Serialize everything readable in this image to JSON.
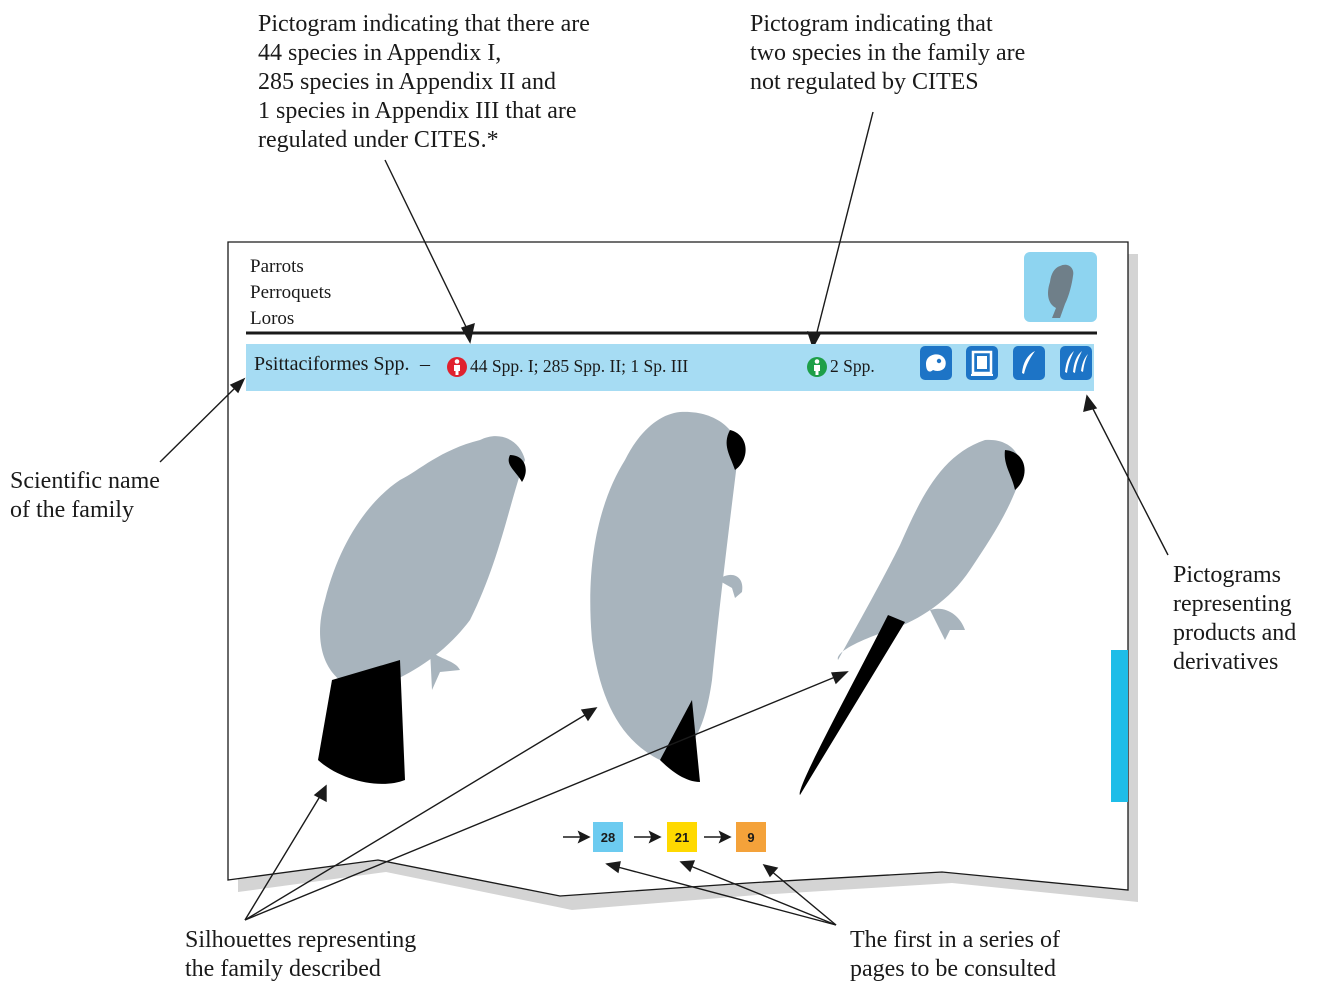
{
  "callouts": {
    "appendix_pictogram": "Pictogram indicating that there are\n44 species in Appendix I,\n285 species in Appendix II and\n1 species in Appendix III that are\nregulated under CITES.*",
    "not_regulated_pictogram": "Pictogram indicating that\ntwo species in the family are\nnot regulated by CITES",
    "scientific_name": "Scientific name\nof the family",
    "products": "Pictograms\nrepresenting\nproducts and\nderivatives",
    "silhouettes": "Silhouettes representing\nthe family described",
    "first_page": "The first in a series of\npages to be consulted"
  },
  "page": {
    "common_names": "Parrots\nPerroquets\nLoros",
    "scientific_name": "Psittaciformes Spp.",
    "dash": "–",
    "appendix_counts": "44 Spp. I;  285 Spp. II;  1 Sp. III",
    "not_regulated": "2 Spp.",
    "page_sequence": [
      "28",
      "21",
      "9"
    ]
  },
  "colors": {
    "banner": "#a6dcf3",
    "cites_red": "#e0212e",
    "not_cites_green": "#1d9f48",
    "icon_blue": "#1d74c6",
    "silhouette": "#a8b4bd",
    "page_box_blue": "#6ccbf0",
    "page_box_yellow": "#ffd900",
    "page_box_orange": "#f4a23a",
    "side_tab": "#1ebde8"
  },
  "icons": [
    "cites-regulated-icon",
    "not-regulated-icon",
    "skin-product-icon",
    "leather-item-icon",
    "feather-icon",
    "feathers-icon",
    "parrot-thumbnail-icon"
  ]
}
